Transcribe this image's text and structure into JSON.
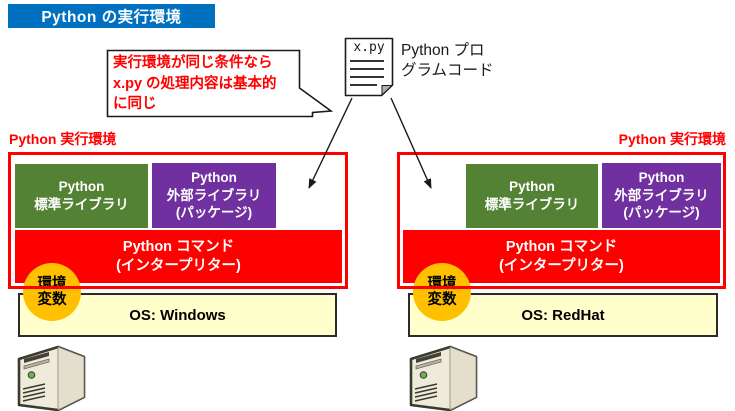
{
  "title": "Python の実行環境",
  "callout": {
    "lines": [
      "実行環境が同じ条件なら",
      "x.py の処理内容は基本的",
      "に同じ"
    ]
  },
  "program_code": {
    "filename": "x.py",
    "label_lines": [
      "Python プロ",
      "グラムコード"
    ]
  },
  "environments": [
    {
      "label": "Python 実行環境",
      "std_lib": [
        "Python",
        "標準ライブラリ"
      ],
      "ext_lib": [
        "Python",
        "外部ライブラリ",
        "(パッケージ)"
      ],
      "interpreter": [
        "Python コマンド",
        "(インタープリター)"
      ],
      "env_var": [
        "環境",
        "変数"
      ],
      "os": "OS: Windows"
    },
    {
      "label": "Python 実行環境",
      "std_lib": [
        "Python",
        "標準ライブラリ"
      ],
      "ext_lib": [
        "Python",
        "外部ライブラリ",
        "(パッケージ)"
      ],
      "interpreter": [
        "Python コマンド",
        "(インタープリター)"
      ],
      "env_var": [
        "環境",
        "変数"
      ],
      "os": "OS: RedHat"
    }
  ],
  "colors": {
    "title_bg": "#0070C0",
    "accent_red": "#FF0000",
    "std_lib_green": "#548235",
    "ext_lib_purple": "#7030A0",
    "env_var_yellow": "#FFC000",
    "os_bar_bg": "#FFFFCC"
  }
}
